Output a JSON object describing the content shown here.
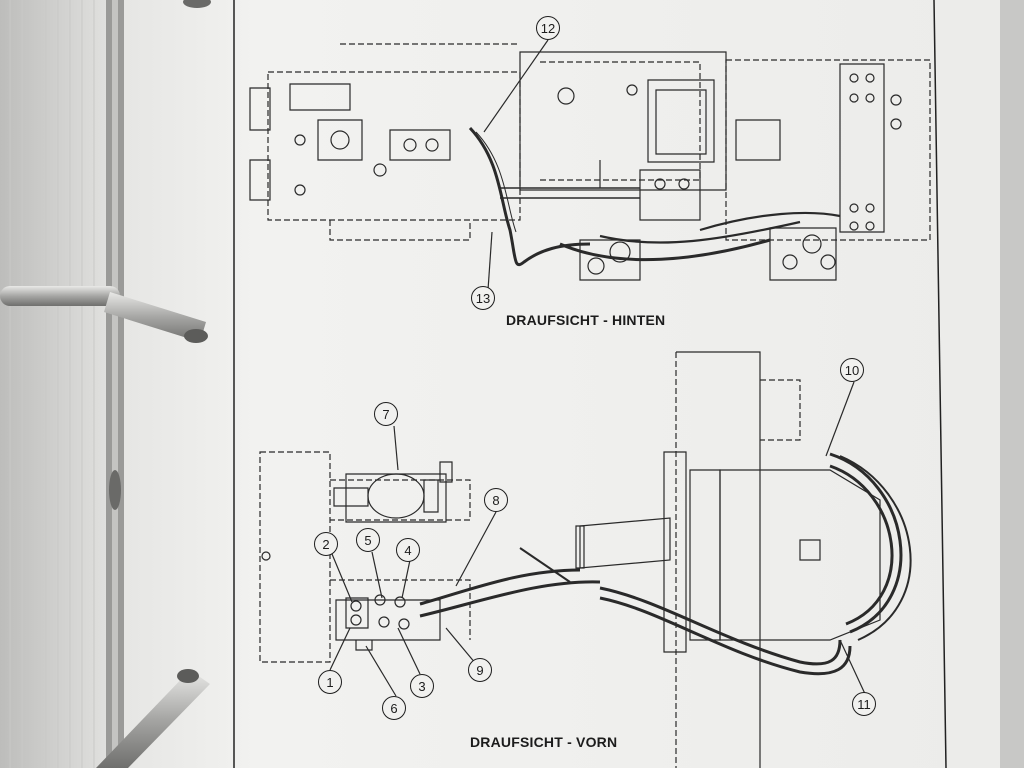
{
  "captions": {
    "top": "DRAUFSICHT - HINTEN",
    "bottom": "DRAUFSICHT - VORN"
  },
  "callouts": {
    "c1": "1",
    "c2": "2",
    "c3": "3",
    "c4": "4",
    "c5": "5",
    "c6": "6",
    "c7": "7",
    "c8": "8",
    "c9": "9",
    "c10": "10",
    "c11": "11",
    "c12": "12",
    "c13": "13"
  },
  "colors": {
    "paper": "#efefed",
    "ink": "#1d1d1d",
    "binder_ring": "#b8b8b6",
    "page_stack": "#d8d8d6"
  }
}
